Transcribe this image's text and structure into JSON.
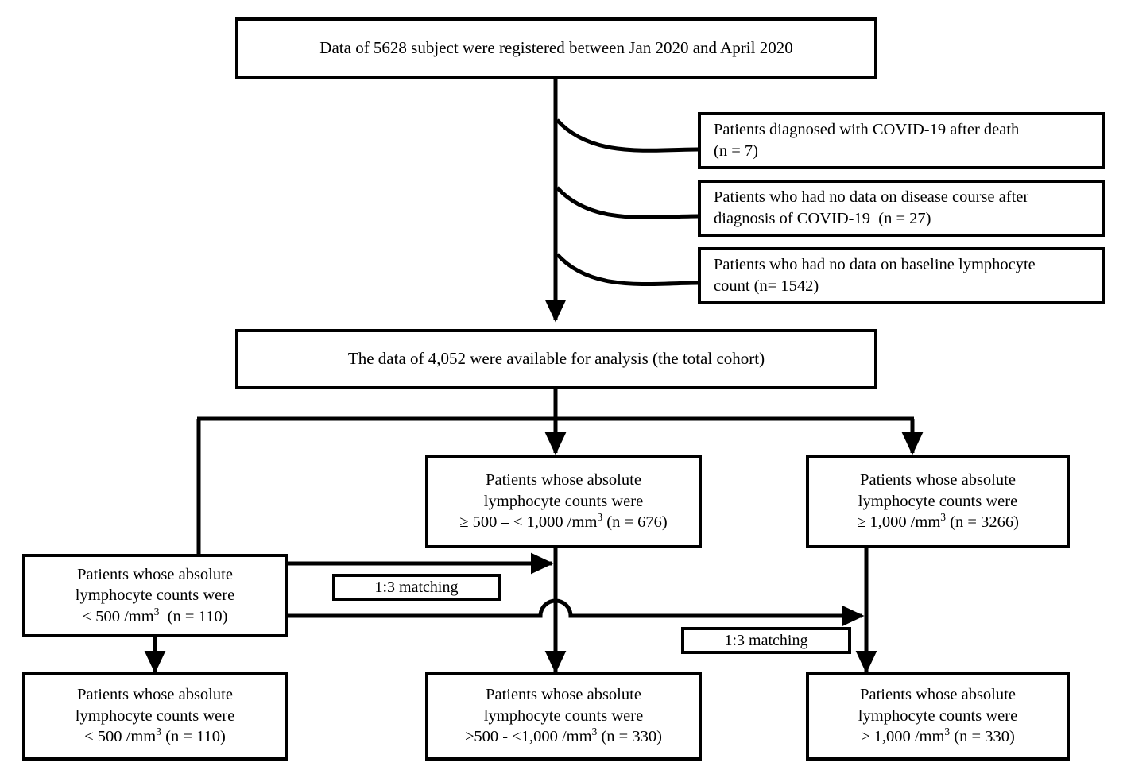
{
  "diagram": {
    "title": "Patient selection flow diagram",
    "stroke_color": "#000000",
    "background_color": "#ffffff"
  },
  "nodes": {
    "registered": {
      "name": "registered-cohort-box",
      "lines": [
        "Data of 5628 subject were registered between Jan 2020 and April 2020"
      ],
      "n": 5628
    },
    "excluded_1": {
      "name": "excluded-diagnosed-after-death-box",
      "lines": [
        "Patients diagnosed with COVID-19 after death",
        "(n = 7)"
      ],
      "n": 7
    },
    "excluded_2": {
      "name": "excluded-no-disease-course-box",
      "lines": [
        "Patients who had no data on disease course after",
        "diagnosis of COVID-19  (n = 27)"
      ],
      "n": 27
    },
    "excluded_3": {
      "name": "excluded-no-baseline-lymphocyte-box",
      "lines": [
        "Patients who had no data on baseline lymphocyte",
        "count (n= 1542)"
      ],
      "n": 1542
    },
    "analysis": {
      "name": "total-cohort-box",
      "lines": [
        "The data of 4,052 were available for analysis (the total cohort)"
      ],
      "n": 4052
    },
    "group_mid": {
      "name": "group-500-to-1000-box",
      "line1": "Patients whose absolute",
      "line2": "lymphocyte counts were",
      "line3_pre": "≥ 500 – < 1,000 /mm",
      "line3_sup": "3",
      "line3_post": " (n = 676)",
      "n": 676
    },
    "group_high": {
      "name": "group-ge-1000-box",
      "line1": "Patients whose absolute",
      "line2": "lymphocyte counts were",
      "line3_pre": "≥ 1,000 /mm",
      "line3_sup": "3",
      "line3_post": " (n = 3266)",
      "n": 3266
    },
    "group_low": {
      "name": "group-lt-500-box",
      "line1": "Patients whose absolute",
      "line2": "lymphocyte counts were",
      "line3_pre": "< 500 /mm",
      "line3_sup": "3",
      "line3_post": "  (n = 110)",
      "n": 110
    },
    "matched_low": {
      "name": "matched-lt-500-box",
      "line1": "Patients whose absolute",
      "line2": "lymphocyte counts were",
      "line3_pre": "< 500 /mm",
      "line3_sup": "3",
      "line3_post": " (n = 110)",
      "n": 110
    },
    "matched_mid": {
      "name": "matched-500-to-1000-box",
      "line1": "Patients whose absolute",
      "line2": "lymphocyte counts were",
      "line3_pre": "≥500 - <1,000 /mm",
      "line3_sup": "3",
      "line3_post": " (n = 330)",
      "n": 330
    },
    "matched_high": {
      "name": "matched-ge-1000-box",
      "line1": "Patients whose absolute",
      "line2": "lymphocyte counts were",
      "line3_pre": "≥ 1,000 /mm",
      "line3_sup": "3",
      "line3_post": " (n = 330)",
      "n": 330
    }
  },
  "labels": {
    "matching_mid": "1:3 matching",
    "matching_high": "1:3 matching"
  },
  "connectors": {
    "trunk": "vertical-trunk-arrow",
    "exclusion_branches": 3,
    "distributor": "three-way-split",
    "line_hop": "semicircle-crossing"
  }
}
